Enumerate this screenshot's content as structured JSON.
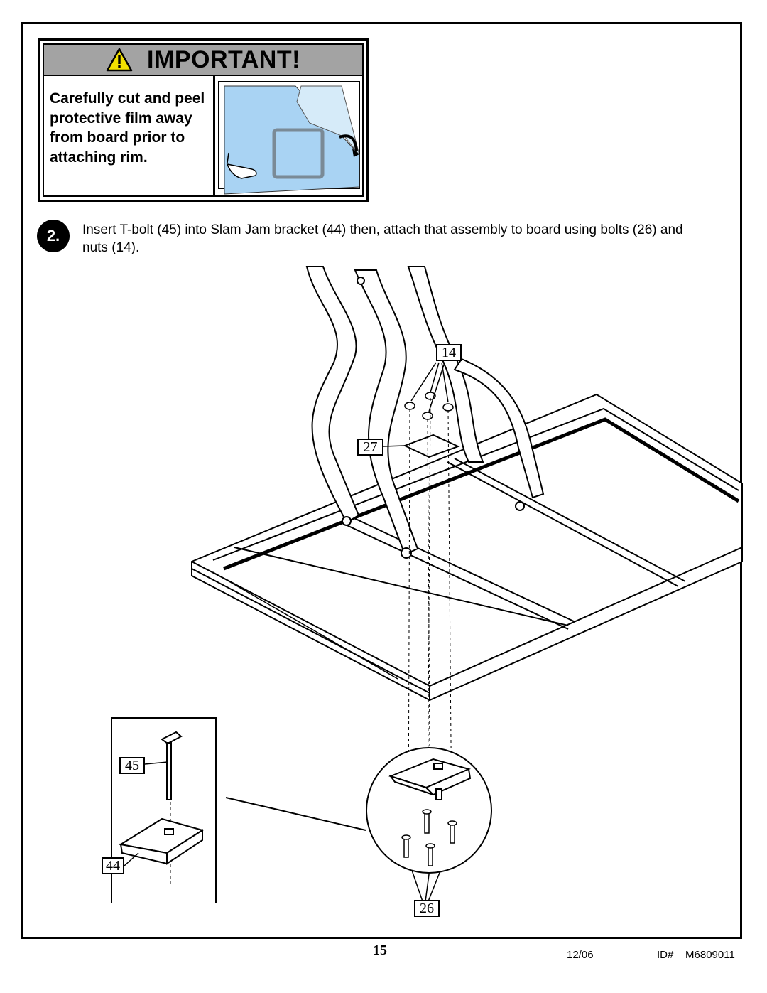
{
  "warning": {
    "title": "IMPORTANT!",
    "text": "Carefully cut and peel protective film away from board prior to attaching rim.",
    "icon": "warning-triangle-icon",
    "icon_color": "#f2e000"
  },
  "step": {
    "number": "2.",
    "instruction": "Insert T-bolt (45) into Slam Jam bracket (44) then, attach that assembly to board using bolts (26) and nuts (14)."
  },
  "callouts": {
    "nuts": "14",
    "plate": "27",
    "tbolt": "45",
    "bracket": "44",
    "bolts": "26"
  },
  "footer": {
    "page": "15",
    "date": "12/06",
    "doc_id": "ID#    M6809011"
  }
}
